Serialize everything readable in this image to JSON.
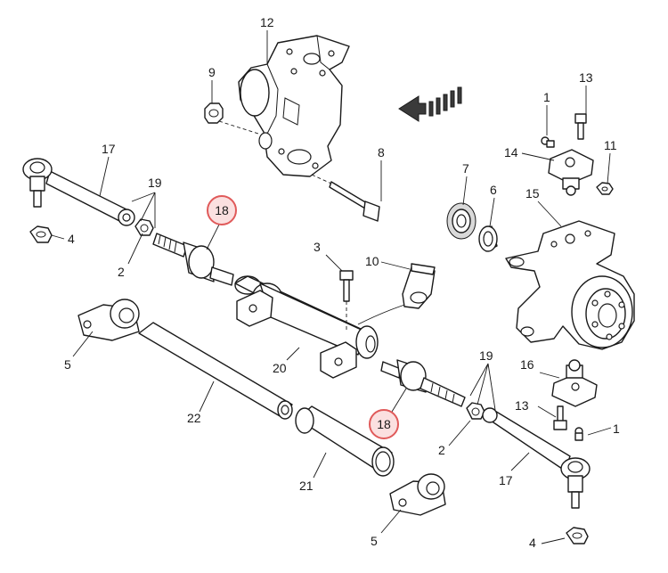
{
  "highlight_color": "#e05a5a",
  "callouts": [
    {
      "id": "c12",
      "text": "12"
    },
    {
      "id": "c9",
      "text": "9"
    },
    {
      "id": "c8",
      "text": "8"
    },
    {
      "id": "c13a",
      "text": "13"
    },
    {
      "id": "c1a",
      "text": "1"
    },
    {
      "id": "c14",
      "text": "14"
    },
    {
      "id": "c11",
      "text": "11"
    },
    {
      "id": "c7",
      "text": "7"
    },
    {
      "id": "c6",
      "text": "6"
    },
    {
      "id": "c15",
      "text": "15"
    },
    {
      "id": "c17a",
      "text": "17"
    },
    {
      "id": "c19a",
      "text": "19"
    },
    {
      "id": "c4a",
      "text": "4"
    },
    {
      "id": "c2a",
      "text": "2"
    },
    {
      "id": "c3",
      "text": "3"
    },
    {
      "id": "c10",
      "text": "10"
    },
    {
      "id": "c5a",
      "text": "5"
    },
    {
      "id": "c20",
      "text": "20"
    },
    {
      "id": "c22",
      "text": "22"
    },
    {
      "id": "c21",
      "text": "21"
    },
    {
      "id": "c5b",
      "text": "5"
    },
    {
      "id": "c16",
      "text": "16"
    },
    {
      "id": "c13b",
      "text": "13"
    },
    {
      "id": "c1b",
      "text": "1"
    },
    {
      "id": "c19b",
      "text": "19"
    },
    {
      "id": "c2b",
      "text": "2"
    },
    {
      "id": "c17b",
      "text": "17"
    },
    {
      "id": "c4b",
      "text": "4"
    }
  ],
  "highlighted_callouts": [
    {
      "id": "h18a",
      "text": "18"
    },
    {
      "id": "h18b",
      "text": "18"
    }
  ]
}
